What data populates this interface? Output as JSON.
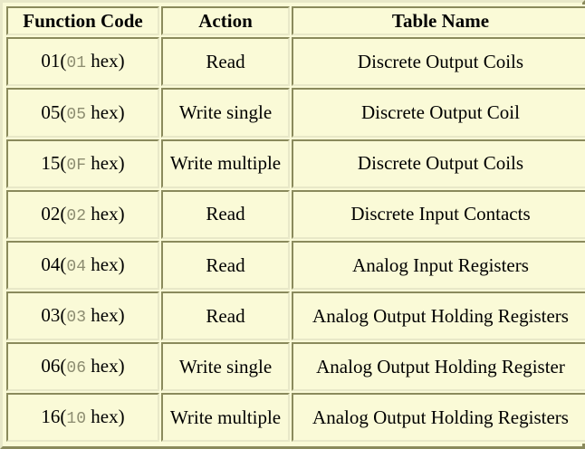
{
  "table": {
    "caption_present": false,
    "colors": {
      "cell_background": "#FAFAD7",
      "border_dark": "#8A8A5C",
      "border_light": "#E8E8C8",
      "text": "#000000",
      "hex_text": "#8C8C70"
    },
    "columns": [
      {
        "key": "function_code",
        "header": "Function Code"
      },
      {
        "key": "action",
        "header": "Action"
      },
      {
        "key": "table_name",
        "header": "Table Name"
      }
    ],
    "rows": [
      {
        "code_decimal": "01",
        "hex_open": "(",
        "hex_value": "01",
        "hex_suffix": " hex)",
        "action": "Read",
        "table_name": "Discrete Output Coils"
      },
      {
        "code_decimal": "05",
        "hex_open": "(",
        "hex_value": "05",
        "hex_suffix": " hex)",
        "action": "Write single",
        "table_name": "Discrete Output Coil"
      },
      {
        "code_decimal": "15",
        "hex_open": "(",
        "hex_value": "0F",
        "hex_suffix": " hex)",
        "action": "Write multiple",
        "table_name": "Discrete Output Coils"
      },
      {
        "code_decimal": "02",
        "hex_open": "(",
        "hex_value": "02",
        "hex_suffix": " hex)",
        "action": "Read",
        "table_name": "Discrete Input Contacts"
      },
      {
        "code_decimal": "04",
        "hex_open": "(",
        "hex_value": "04",
        "hex_suffix": " hex)",
        "action": "Read",
        "table_name": "Analog Input Registers"
      },
      {
        "code_decimal": "03",
        "hex_open": "(",
        "hex_value": "03",
        "hex_suffix": " hex)",
        "action": "Read",
        "table_name": "Analog Output Holding Registers"
      },
      {
        "code_decimal": "06",
        "hex_open": "(",
        "hex_value": "06",
        "hex_suffix": " hex)",
        "action": "Write single",
        "table_name": "Analog Output Holding Register"
      },
      {
        "code_decimal": "16",
        "hex_open": "(",
        "hex_value": "10",
        "hex_suffix": " hex)",
        "action": "Write multiple",
        "table_name": "Analog Output Holding Registers"
      }
    ]
  }
}
